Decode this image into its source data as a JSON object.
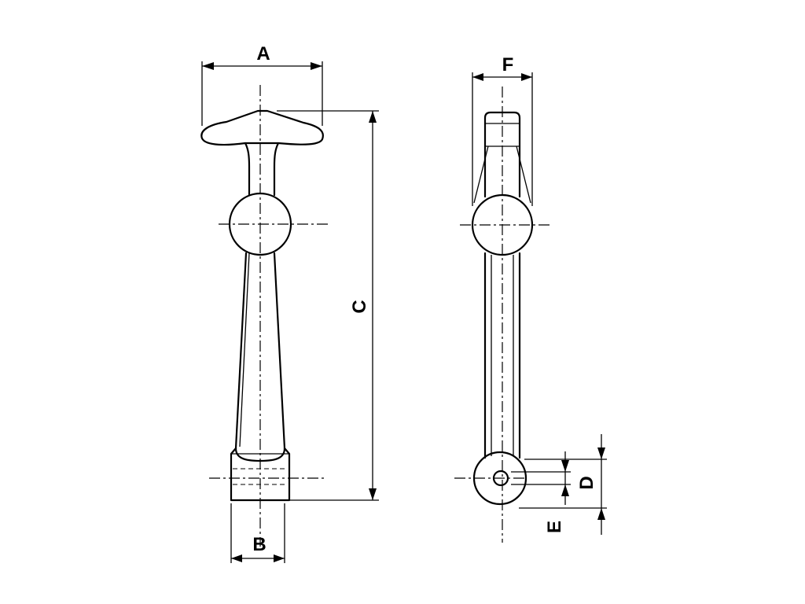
{
  "dimension_labels": {
    "a": "A",
    "b": "B",
    "c": "C",
    "d": "D",
    "e": "E",
    "f": "F"
  }
}
